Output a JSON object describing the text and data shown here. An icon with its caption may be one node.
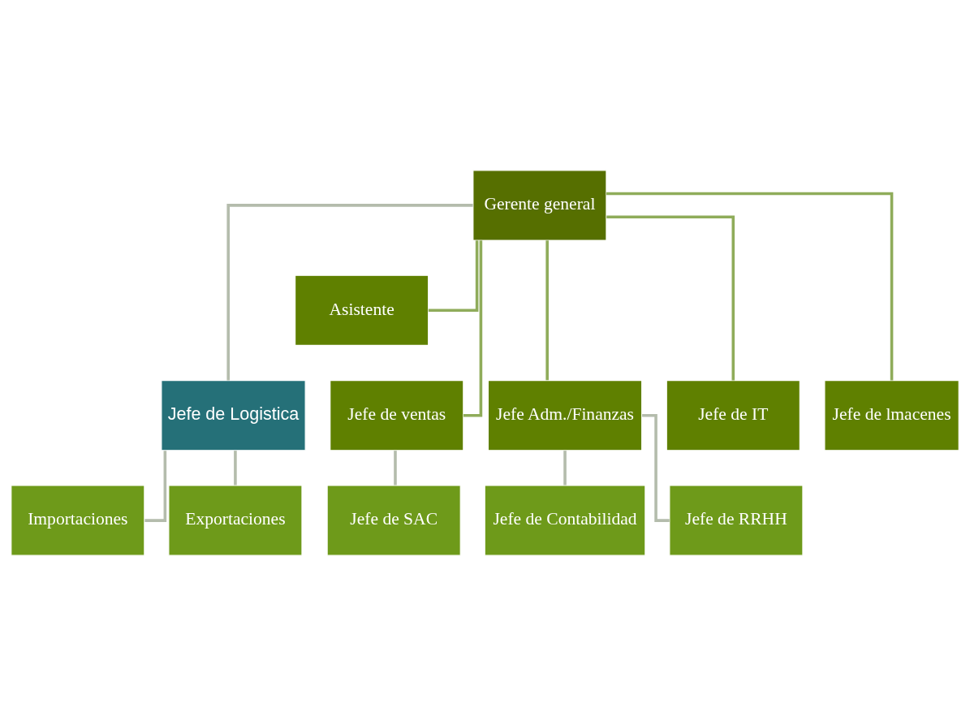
{
  "diagram": {
    "nodes": [
      {
        "text": [
          "Gerente general"
        ]
      },
      {
        "text": [
          "Asistente"
        ]
      },
      {
        "text": [
          "Jefe de Logistica"
        ]
      },
      {
        "text": [
          "Jefe de ventas"
        ]
      },
      {
        "text": [
          "Jefe Adm./Finanzas"
        ]
      },
      {
        "text": [
          "Jefe de IT"
        ]
      },
      {
        "text": [
          "Jefe de lmacenes"
        ]
      },
      {
        "text": [
          "Importaciones"
        ]
      },
      {
        "text": [
          "Exportaciones"
        ]
      },
      {
        "text": [
          "Jefe de SAC"
        ]
      },
      {
        "text": [
          "Jefe de Contabilidad"
        ]
      },
      {
        "text": [
          "Jefe de RRHH"
        ]
      }
    ],
    "edges": [
      {
        "from": 0,
        "to": 1,
        "arrow": "none",
        "color": "#8fac5a"
      },
      {
        "from": 0,
        "to": 2,
        "arrow": "none"
      },
      {
        "from": 0,
        "to": 3,
        "arrow": "none",
        "color": "#8fac5a"
      },
      {
        "from": 0,
        "to": 4,
        "arrow": "none",
        "color": "#8fac5a"
      },
      {
        "from": 0,
        "to": 5,
        "arrow": "none",
        "color": "#8fac5a"
      },
      {
        "from": 0,
        "to": 6,
        "arrow": "none",
        "color": "#8fac5a"
      },
      {
        "from": 2,
        "to": 7,
        "arrow": "none"
      },
      {
        "from": 2,
        "to": 8,
        "arrow": "none"
      },
      {
        "from": 3,
        "to": 9,
        "arrow": "none"
      },
      {
        "from": 4,
        "to": 10,
        "arrow": "none"
      },
      {
        "from": 4,
        "to": 11,
        "arrow": "none"
      }
    ]
  }
}
